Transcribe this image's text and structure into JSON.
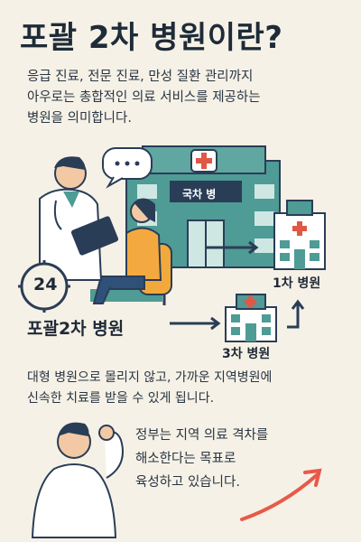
{
  "title": "포괄 2차 병원이란?",
  "intro": [
    "응급 진료, 전문 진료, 만성 질환 관리까지",
    "아우로는 총합적인 의료 서비스를 제공하는",
    "병원을 의미합니다."
  ],
  "labels": {
    "hospital_sign": "국차 병",
    "clock": "24",
    "primary_hospital": "1차 병원",
    "tertiary_hospital": "3차 병원",
    "main_hospital": "포괄2차 병원"
  },
  "body": [
    "대형 병원으로 몰리지 않고, 가까운 지역병원에",
    "신속한 치료를 받을 수 있게 됩니다."
  ],
  "goal": [
    "정부는 지역 의료 격차를",
    "해소한다는 목표로",
    "육성하고 있습니다."
  ],
  "colors": {
    "background": "#f6f1e6",
    "building_teal": "#4f9b95",
    "cross_red": "#e05745",
    "arrow_navy": "#2a3d57",
    "arrow_red": "#e8594a",
    "chair_orange": "#f2a93b",
    "patient_shirt": "#f4a940"
  }
}
